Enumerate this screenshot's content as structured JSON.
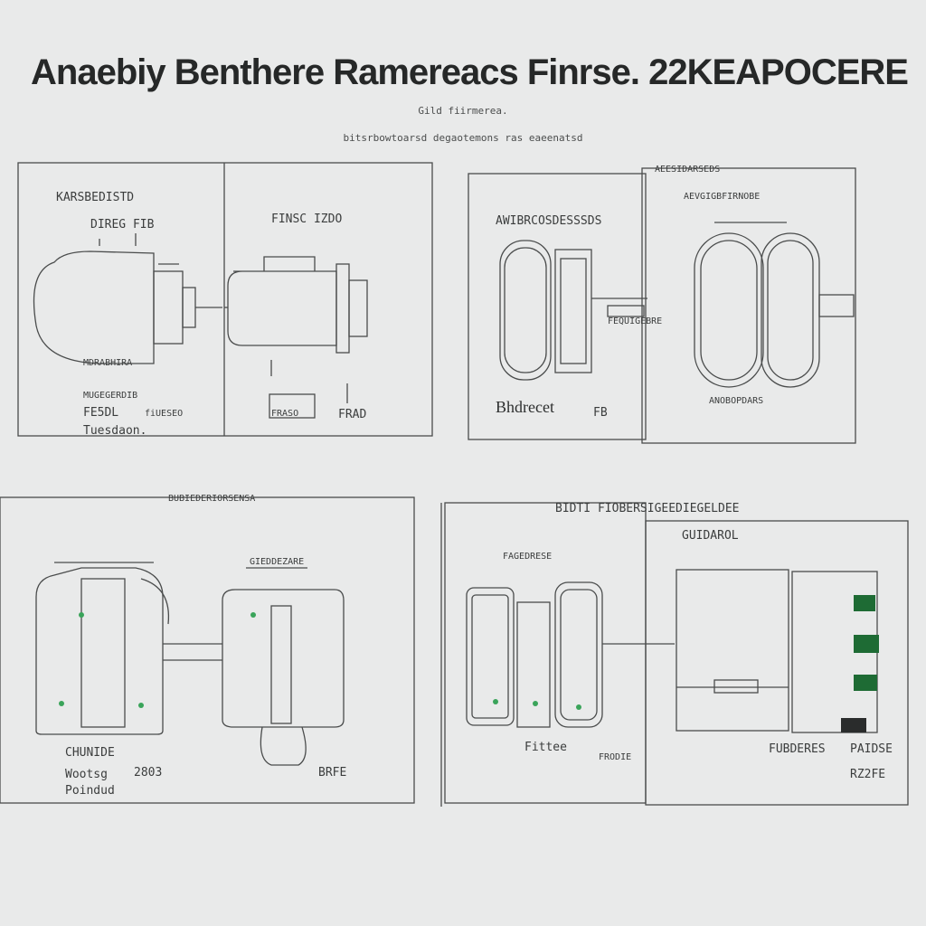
{
  "header": {
    "title": "Anaebiy Benthere Ramereacs  Finrse. 22KEAPOCERE",
    "subtitle": "Gild fiirmerea.",
    "caption": "bitsrbowtoarsd   degaotemons ras eaeenatsd"
  },
  "panels": {
    "top_left": {
      "heading_1": "KARSBEDISTD",
      "heading_2": "DIREG  FIB",
      "heading_3": "FINSC  IZDO",
      "label_a": "MDRABHIRA",
      "label_b": "MUGEGERDIB",
      "label_c": "FE5DL",
      "label_d": "fiUESEO",
      "label_e": "Tuesdaon.",
      "label_f": "FRASO",
      "label_g": "FRAD"
    },
    "top_right": {
      "heading_1": "AEESIDARSEDS",
      "heading_2": "AEVGIGBFIRNOBE",
      "heading_3": "AWIBRCOSDESSSDS",
      "label_a": "Bhdrecet",
      "label_b": "FB",
      "label_c": "FEQUIGEBRE",
      "label_d": "ANOBOPDARS"
    },
    "bottom_left": {
      "heading": "BUBIEDERIORSENSA",
      "label_a": "GIEDDEZARE",
      "label_b": "CHUNIDE",
      "label_c": "Wootsg",
      "label_d": "Poindud",
      "label_e": "2803",
      "label_f": "BRFE"
    },
    "bottom_right": {
      "heading_1": "BIDTI FIOBERSIGEEDIEGELDEE",
      "heading_2": "GUIDAROL",
      "label_a": "FAGEDRESE",
      "label_b": "Fittee",
      "label_c": "FRODIE",
      "label_d": "FUBDERES",
      "label_e": "PAIDSE",
      "label_f": "RZ2FE"
    }
  },
  "colors": {
    "ink": "#3a3c3c",
    "paper": "#e9eaea",
    "accent": "#1e6b34",
    "dot": "#3aa45a"
  }
}
